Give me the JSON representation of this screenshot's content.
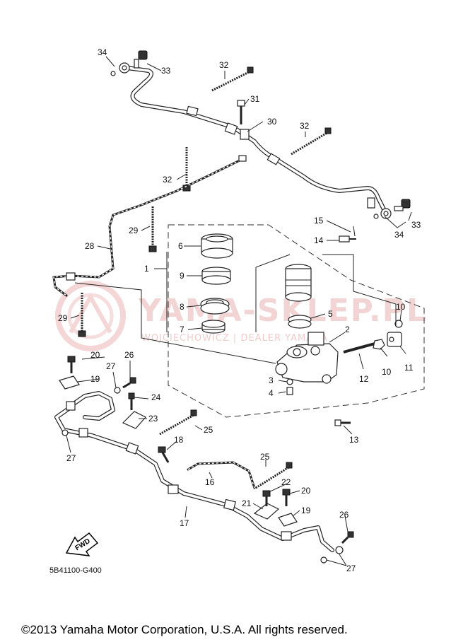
{
  "diagram": {
    "code": "5B41100-G400",
    "copyright": "©2013 Yamaha Motor Corporation, U.S.A. All rights reserved.",
    "fwd_label": "FWD",
    "watermark": {
      "main": "YAMA-SKLEP.PL",
      "sub": "WOJCIECHOWICZ | DEALER YAMAHA"
    },
    "callouts": [
      {
        "id": "34a",
        "label": "34"
      },
      {
        "id": "33a",
        "label": "33"
      },
      {
        "id": "32a",
        "label": "32"
      },
      {
        "id": "31",
        "label": "31"
      },
      {
        "id": "30",
        "label": "30"
      },
      {
        "id": "32b",
        "label": "32"
      },
      {
        "id": "32c",
        "label": "32"
      },
      {
        "id": "33b",
        "label": "33"
      },
      {
        "id": "34b",
        "label": "34"
      },
      {
        "id": "15",
        "label": "15"
      },
      {
        "id": "14",
        "label": "14"
      },
      {
        "id": "29a",
        "label": "29"
      },
      {
        "id": "28",
        "label": "28"
      },
      {
        "id": "6",
        "label": "6"
      },
      {
        "id": "1",
        "label": "1"
      },
      {
        "id": "9",
        "label": "9"
      },
      {
        "id": "8",
        "label": "8"
      },
      {
        "id": "29b",
        "label": "29"
      },
      {
        "id": "7",
        "label": "7"
      },
      {
        "id": "5",
        "label": "5"
      },
      {
        "id": "10a",
        "label": "10"
      },
      {
        "id": "2",
        "label": "2"
      },
      {
        "id": "20a",
        "label": "20"
      },
      {
        "id": "26a",
        "label": "26"
      },
      {
        "id": "27a",
        "label": "27"
      },
      {
        "id": "19a",
        "label": "19"
      },
      {
        "id": "10b",
        "label": "10"
      },
      {
        "id": "11",
        "label": "11"
      },
      {
        "id": "12",
        "label": "12"
      },
      {
        "id": "3",
        "label": "3"
      },
      {
        "id": "4",
        "label": "4"
      },
      {
        "id": "24",
        "label": "24"
      },
      {
        "id": "23",
        "label": "23"
      },
      {
        "id": "25a",
        "label": "25"
      },
      {
        "id": "13",
        "label": "13"
      },
      {
        "id": "27b",
        "label": "27"
      },
      {
        "id": "18",
        "label": "18"
      },
      {
        "id": "25b",
        "label": "25"
      },
      {
        "id": "16",
        "label": "16"
      },
      {
        "id": "22",
        "label": "22"
      },
      {
        "id": "20b",
        "label": "20"
      },
      {
        "id": "21",
        "label": "21"
      },
      {
        "id": "19b",
        "label": "19"
      },
      {
        "id": "17",
        "label": "17"
      },
      {
        "id": "26b",
        "label": "26"
      },
      {
        "id": "27c",
        "label": "27"
      }
    ]
  }
}
